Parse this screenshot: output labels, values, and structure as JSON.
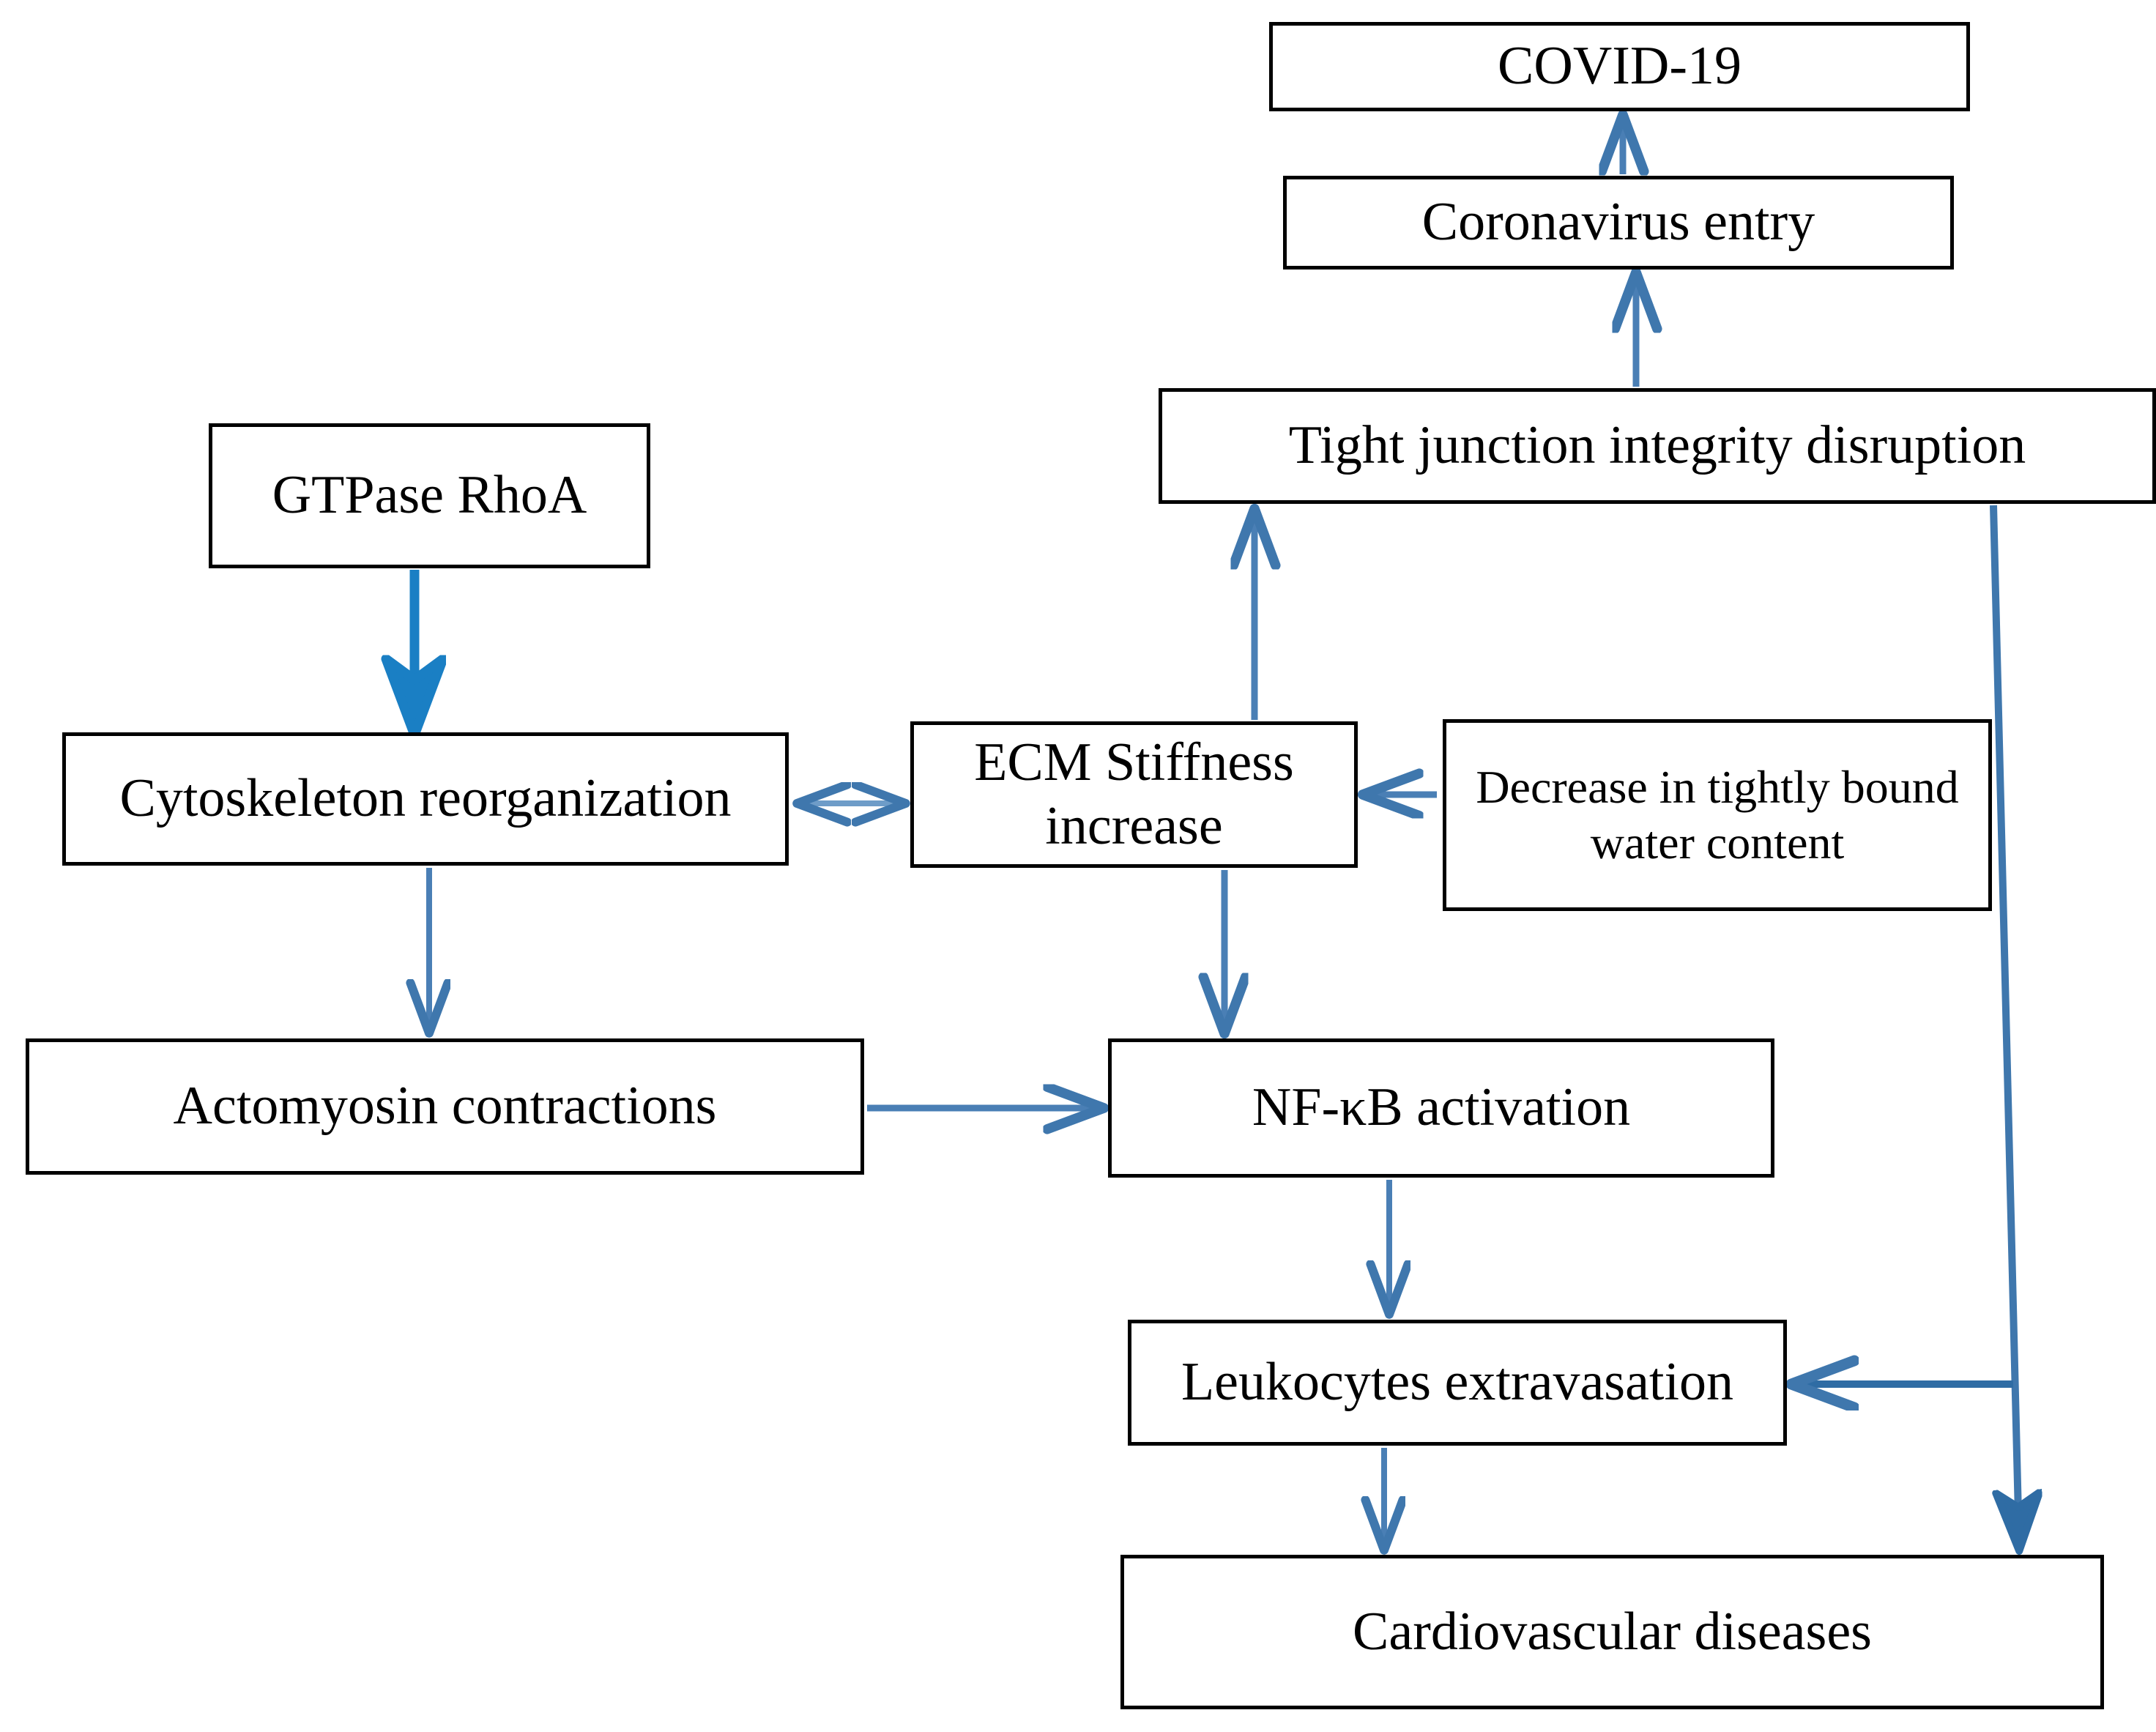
{
  "diagram": {
    "title": "ECM stiffness / COVID-19 signalling flowchart",
    "box_border_color": "#000000",
    "box_fill_color": "#ffffff",
    "text_color": "#000000",
    "arrow_color_primary": "#4a7fb5",
    "arrow_color_bright": "#1a7fc4",
    "nodes": [
      {
        "id": "covid",
        "label": "COVID-19"
      },
      {
        "id": "coronavirus",
        "label": "Coronavirus entry"
      },
      {
        "id": "tightjunction",
        "label": "Tight junction integrity disruption"
      },
      {
        "id": "gtpase",
        "label": "GTPase RhoA"
      },
      {
        "id": "cytoskeleton",
        "label": "Cytoskeleton reorganization"
      },
      {
        "id": "ecm",
        "label": "ECM Stiffness increase"
      },
      {
        "id": "water",
        "label": "Decrease in tightly bound water content"
      },
      {
        "id": "actomyosin",
        "label": "Actomyosin contractions"
      },
      {
        "id": "nfkb",
        "label": "NF-κB activation"
      },
      {
        "id": "leukocytes",
        "label": "Leukocytes extravasation"
      },
      {
        "id": "cardiovascular",
        "label": "Cardiovascular diseases"
      }
    ],
    "edges": [
      {
        "id": "coronavirus-to-covid",
        "from": "coronavirus",
        "to": "covid",
        "kind": "arrow",
        "direction": "up"
      },
      {
        "id": "tightjunction-to-coronavirus",
        "from": "tightjunction",
        "to": "coronavirus",
        "kind": "arrow",
        "direction": "up"
      },
      {
        "id": "ecm-to-tightjunction",
        "from": "ecm",
        "to": "tightjunction",
        "kind": "arrow",
        "direction": "up"
      },
      {
        "id": "gtpase-to-cytoskeleton",
        "from": "gtpase",
        "to": "cytoskeleton",
        "kind": "arrow",
        "direction": "down"
      },
      {
        "id": "cytoskeleton-ecm",
        "from": "cytoskeleton",
        "to": "ecm",
        "kind": "double-arrow",
        "direction": "both"
      },
      {
        "id": "water-to-ecm",
        "from": "water",
        "to": "ecm",
        "kind": "arrow",
        "direction": "left"
      },
      {
        "id": "cytoskeleton-to-actomyosin",
        "from": "cytoskeleton",
        "to": "actomyosin",
        "kind": "arrow",
        "direction": "down"
      },
      {
        "id": "ecm-to-nfkb",
        "from": "ecm",
        "to": "nfkb",
        "kind": "arrow",
        "direction": "down"
      },
      {
        "id": "actomyosin-to-nfkb",
        "from": "actomyosin",
        "to": "nfkb",
        "kind": "arrow",
        "direction": "right"
      },
      {
        "id": "nfkb-to-leukocytes",
        "from": "nfkb",
        "to": "leukocytes",
        "kind": "arrow",
        "direction": "down"
      },
      {
        "id": "leukocytes-to-cardiovascular",
        "from": "leukocytes",
        "to": "cardiovascular",
        "kind": "arrow",
        "direction": "down"
      },
      {
        "id": "tightjunction-to-leukocytes",
        "from": "tightjunction",
        "to": "leukocytes",
        "kind": "arrow",
        "direction": "left"
      },
      {
        "id": "tightjunction-to-cardiovascular",
        "from": "tightjunction",
        "to": "cardiovascular",
        "kind": "arrow",
        "direction": "down"
      }
    ]
  }
}
